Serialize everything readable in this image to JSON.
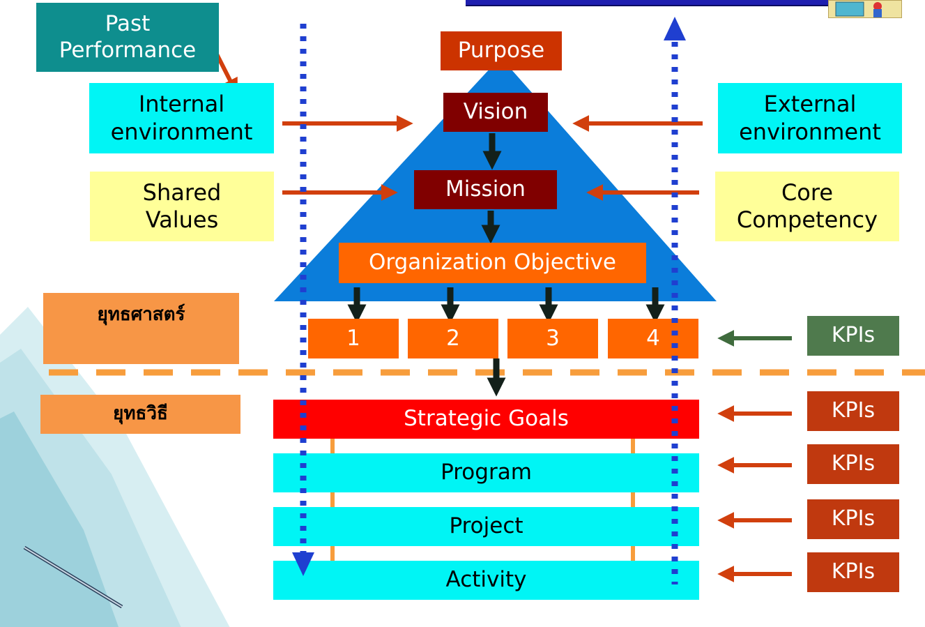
{
  "colors": {
    "pyramid": "#0b7dda",
    "cyan_box": "#00f5f5",
    "yellow_box": "#ffff99",
    "past_box": "#0e8e8e",
    "purpose_box": "#cc3300",
    "vision_mission_box": "#800000",
    "objective_box": "#ff6600",
    "strategy_label_box": "#f79646",
    "strategic_goals_box": "#ff0000",
    "kpi_green": "#4f7a4d",
    "kpi_red": "#c0390f",
    "arrow_red": "#d13f0d",
    "arrow_green": "#3f6b3d",
    "dotted_blue": "#1f3fd0",
    "arrow_orange": "#f79d3c",
    "arrow_black": "#13201a"
  },
  "inputs": {
    "past_performance": "Past\nPerformance",
    "internal_environment": "Internal\nenvironment",
    "external_environment": "External\nenvironment",
    "shared_values": "Shared\nValues",
    "core_competency": "Core\nCompetency"
  },
  "pyramid": {
    "purpose": "Purpose",
    "vision": "Vision",
    "mission": "Mission",
    "organization_objective": "Organization Objective"
  },
  "strategies": [
    "1",
    "2",
    "3",
    "4"
  ],
  "levels": {
    "strategy_label": "ยุทธศาสตร์",
    "tactic_label": "ยุทธวิธี"
  },
  "rows": {
    "strategic_goals": "Strategic Goals",
    "program": "Program",
    "project": "Project",
    "activity": "Activity"
  },
  "kpis": [
    "KPIs",
    "KPIs",
    "KPIs",
    "KPIs",
    "KPIs"
  ],
  "decor": {
    "clipart_icon": "presentation-clipart-icon",
    "paper_icon": "paper-pen-decor-icon"
  }
}
